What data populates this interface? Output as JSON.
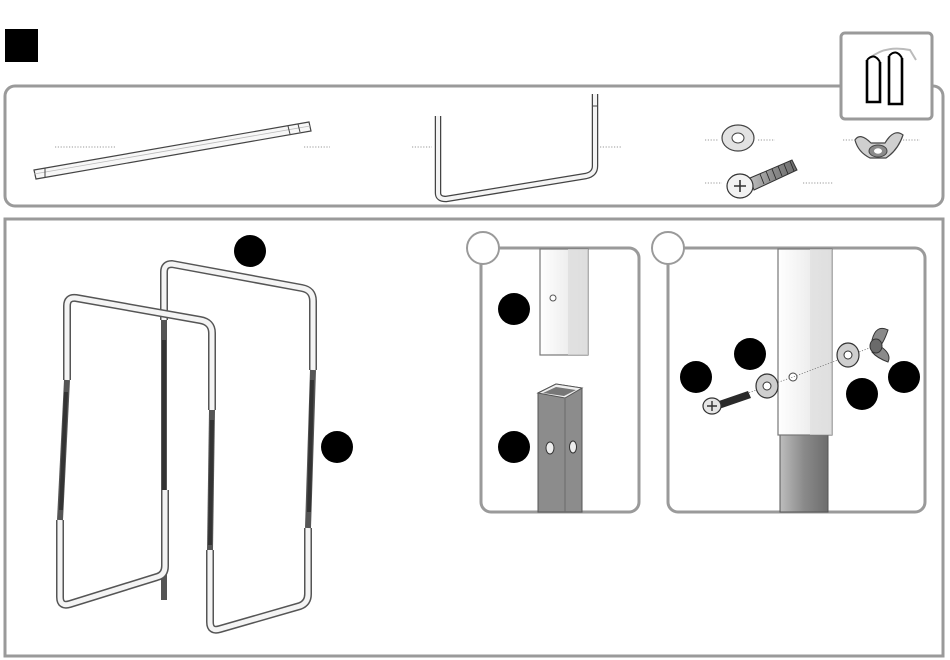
{
  "step": {
    "marker": "",
    "marker_color": "#000000"
  },
  "colors": {
    "panel_border": "#9a9a9a",
    "callout_fill": "#000000",
    "frame_stroke": "#555555",
    "dark_tube": "#8e8e8e",
    "light_tube": "#f4f4f4"
  },
  "parts_panel": {
    "icons": [
      "frame-side-icon"
    ],
    "parts": [
      {
        "name": "straight-tube",
        "label": ""
      },
      {
        "name": "u-frame",
        "label": ""
      },
      {
        "name": "washer",
        "label": ""
      },
      {
        "name": "wing-nut",
        "label": ""
      },
      {
        "name": "bolt",
        "label": ""
      }
    ]
  },
  "assembly_panel": {
    "callouts": [
      "",
      "",
      "",
      "",
      "",
      "",
      "",
      "",
      ""
    ],
    "detail_views": [
      {
        "name": "detail-tube-insert",
        "label": ""
      },
      {
        "name": "detail-bolt-fastening",
        "label": ""
      }
    ]
  }
}
